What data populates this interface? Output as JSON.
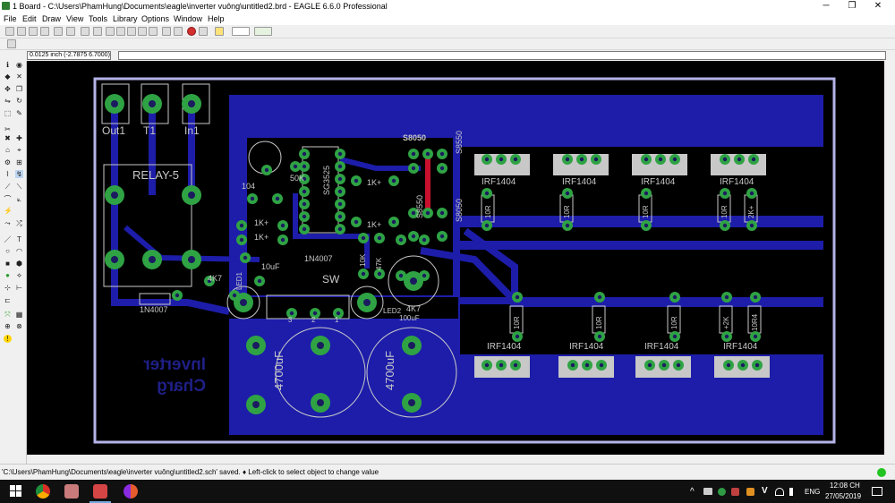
{
  "window": {
    "title": "1 Board - C:\\Users\\PhamHung\\Documents\\eagle\\inverter vuông\\untitled2.brd - EAGLE 6.6.0 Professional",
    "minimize": "─",
    "maximize": "❐",
    "close": "✕"
  },
  "menu": [
    "File",
    "Edit",
    "Draw",
    "View",
    "Tools",
    "Library",
    "Options",
    "Window",
    "Help"
  ],
  "coord_readout": "0.0125 inch (-2.7875 6.7000)",
  "command_value": "",
  "board": {
    "colors": {
      "background": "#000000",
      "copper": "#1d1daa",
      "outline": "#b4b4e8",
      "pad": "#2fa344",
      "drill": "#1b1b60",
      "silk": "#c8c8c8",
      "bottom_text": "#1f1f86",
      "trace_red": "#c8102e"
    },
    "labels": {
      "out1": "Out1",
      "t1": "T1",
      "in1": "In1",
      "relay": "RELAY-5",
      "c104": "104",
      "r50k": "50K",
      "sg3525": "SG3525",
      "s8050_top": "S8050",
      "s8550_top": "S8550",
      "s8550_mid": "S8550",
      "s8050_mid": "S8050",
      "r1k_1": "1K+",
      "r1k_2": "1K+",
      "r1k_3": "1K+",
      "r10k": "10K",
      "r1k_l": "1K+",
      "r47k": "47K",
      "c10uf": "10uF",
      "d1n4007_top": "1N4007",
      "sw": "SW",
      "led1": "LED1",
      "led2": "LED2",
      "c100uf": "100uF",
      "r4k7_b": "4K7",
      "r4k7": "4K7",
      "d1n4007_bot": "1N4007",
      "cap1": "4700uF",
      "cap2": "4700uF",
      "irf_top": [
        "IRF1404",
        "IRF1404",
        "IRF1404",
        "IRF1404"
      ],
      "r_top": [
        "10R",
        "10R",
        "10R",
        "10R",
        "2K+"
      ],
      "irf_bot": [
        "IRF1404",
        "IRF1404",
        "IRF1404",
        "IRF1404"
      ],
      "r_bot": [
        "10R",
        "10R",
        "10R",
        "+2K",
        "10R4"
      ],
      "pin_numbers": [
        "3",
        "2",
        "1"
      ],
      "mirror_text_1": "Inverter",
      "mirror_text_2": "Charg"
    }
  },
  "status": {
    "message": "'C:\\Users\\PhamHung\\Documents\\eagle\\inverter vuông\\untitled2.sch' saved.  ♦ Left-click to select object to change value"
  },
  "taskbar": {
    "tray_chevron": "^",
    "language": "ENG",
    "time": "12:08 CH",
    "date": "27/05/2019"
  }
}
